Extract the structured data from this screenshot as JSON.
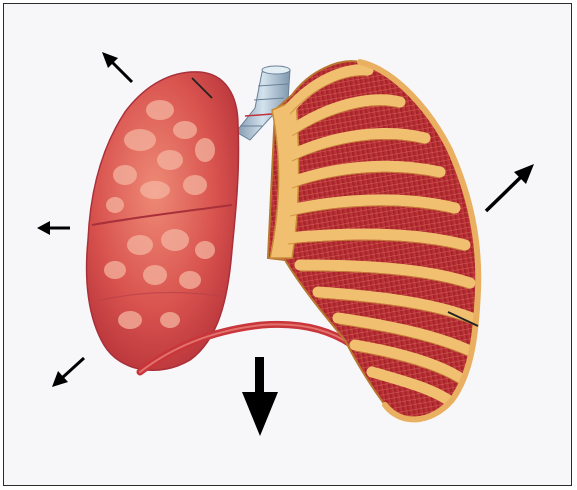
{
  "figure": {
    "colors": {
      "frame_border": "#2b2b2b",
      "background": "#f7f7fa",
      "lung_tissue": "#d9544f",
      "lung_highlight": "#f2a08f",
      "rib": "#f0c070",
      "rib_outline": "#c98a3a",
      "muscle": "#b8282c",
      "trachea": "#a9c4d8",
      "arrow": "#000000"
    },
    "left_part": "lung-exterior",
    "right_part": "rib-cage-with-intercostal-muscles",
    "arrows": [
      {
        "name": "arrow-up-left",
        "direction": "up-left"
      },
      {
        "name": "arrow-left",
        "direction": "left"
      },
      {
        "name": "arrow-down-left",
        "direction": "down-left"
      },
      {
        "name": "arrow-down",
        "direction": "down"
      },
      {
        "name": "arrow-up-right",
        "direction": "up-right"
      }
    ]
  }
}
